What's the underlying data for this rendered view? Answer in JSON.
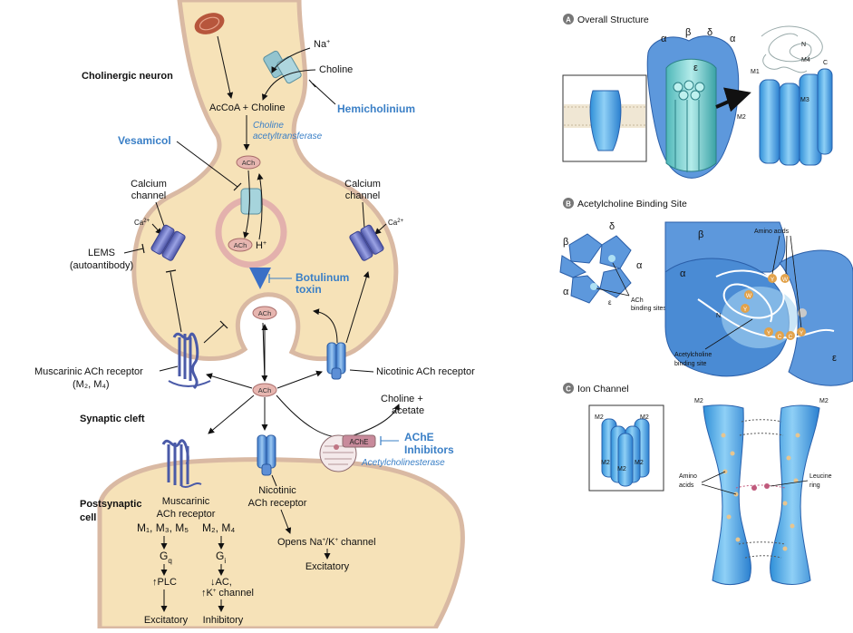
{
  "left": {
    "neuron_label": "Cholinergic neuron",
    "synaptic_cleft": "Synaptic cleft",
    "postsynaptic": [
      "Postsynaptic",
      "cell"
    ],
    "na": "Na",
    "na_sup": "+",
    "choline_in": "Choline",
    "hemicholinium": "Hemicholinium",
    "acoa": "AcCoA + Choline",
    "chat": [
      "Choline",
      "acetyltransferase"
    ],
    "vesamicol": "Vesamicol",
    "ach": "ACh",
    "h_plus": "H",
    "calcium_channel": [
      "Calcium",
      "channel"
    ],
    "ca": "Ca",
    "ca_sup": "2+",
    "lems": [
      "LEMS",
      "(autoantibody)"
    ],
    "botulinum": [
      "Botulinum",
      "toxin"
    ],
    "musc_receptor": [
      "Muscarinic ACh receptor",
      "(M₂, M₄)"
    ],
    "nico_receptor": "Nicotinic ACh receptor",
    "choline_acetate": [
      "Choline +",
      "acetate"
    ],
    "ache": "AChE",
    "ache_inhibitors": [
      "AChE",
      "Inhibitors"
    ],
    "acetylcholinesterase": "Acetylcholinesterase",
    "post_musc": [
      "Muscarinic",
      "ACh receptor"
    ],
    "post_nico": [
      "Nicotinic",
      "ACh receptor"
    ],
    "m135": "M₁, M₃, M₅",
    "m24": "M₂, M₄",
    "gq": "G",
    "gq_sub": "q",
    "gi": "G",
    "gi_sub": "i",
    "plc": "↑PLC",
    "ac": "↓AC,",
    "kchan": "↑K",
    "kchan_sup": "+",
    "kchan_rest": " channel",
    "opens": "Opens Na",
    "opens_sup1": "+",
    "opens_mid": "/K",
    "opens_sup2": "+",
    "opens_rest": " channel",
    "excitatory": "Excitatory",
    "inhibitory": "Inhibitory"
  },
  "panelA": {
    "badge": "A",
    "title": "Overall Structure",
    "alpha": "α",
    "beta": "β",
    "delta": "δ",
    "epsilon": "ε",
    "N": "N",
    "C": "C",
    "M1": "M1",
    "M2": "M2",
    "M3": "M3",
    "M4": "M4"
  },
  "panelB": {
    "badge": "B",
    "title": "Acetylcholine Binding Site",
    "beta": "β",
    "delta": "δ",
    "alpha": "α",
    "epsilon": "ε",
    "ach_sites": [
      "ACh",
      "binding sites"
    ],
    "amino": "Amino acids",
    "binding": [
      "Acetylcholine",
      "binding site"
    ],
    "N": "N",
    "residues": [
      "Y",
      "W",
      "W",
      "Y",
      "Y",
      "C",
      "C",
      "Y"
    ]
  },
  "panelC": {
    "badge": "C",
    "title": "Ion Channel",
    "M2": "M2",
    "amino": [
      "Amino",
      "acids"
    ],
    "leucine": [
      "Leucine",
      "ring"
    ]
  },
  "colors": {
    "neuron_fill": "#f6e2b8",
    "neuron_edge": "#d9b9a3",
    "drug_blue": "#3a7fc6",
    "receptor_blue": "#5b9be0",
    "channel_purple": "#6a72c4",
    "ach_bubble": "#e7b6b0"
  }
}
